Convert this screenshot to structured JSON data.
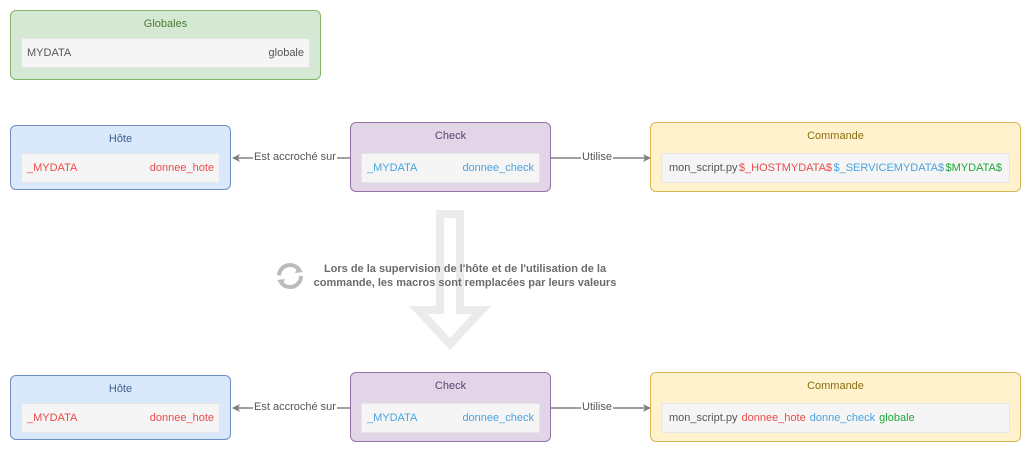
{
  "globales": {
    "title": "Globales",
    "macro": "MYDATA",
    "value": "globale"
  },
  "top": {
    "hote": {
      "title": "Hôte",
      "macro": "_MYDATA",
      "value": "donnee_hote"
    },
    "check": {
      "title": "Check",
      "macro": "_MYDATA",
      "value": "donnee_check"
    },
    "commande": {
      "title": "Commande",
      "script": "mon_script.py",
      "arg1": "$_HOSTMYDATA$",
      "arg2": "$_SERVICEMYDATA$",
      "arg3": "$MYDATA$"
    },
    "edge_hote": "Est accroché sur",
    "edge_cmd": "Utilise"
  },
  "note": "Lors de la supervision de l'hôte et de l'utilisation de la commande, les macros sont remplacées par leurs valeurs",
  "bottom": {
    "hote": {
      "title": "Hôte",
      "macro": "_MYDATA",
      "value": "donnee_hote"
    },
    "check": {
      "title": "Check",
      "macro": "_MYDATA",
      "value": "donnee_check"
    },
    "commande": {
      "title": "Commande",
      "script": "mon_script.py",
      "arg1": "donnee_hote",
      "arg2": "donne_check",
      "arg3": "globale"
    },
    "edge_hote": "Est accroché sur",
    "edge_cmd": "Utilise"
  },
  "colors": {
    "host_value": "#ea4c4c",
    "check_value": "#4aa3df",
    "global_value": "#1fa83a",
    "connector": "#808080",
    "big_arrow": "#ebebeb"
  },
  "icons": {
    "refresh": "refresh-icon",
    "down_arrow": "big-down-arrow-icon"
  }
}
